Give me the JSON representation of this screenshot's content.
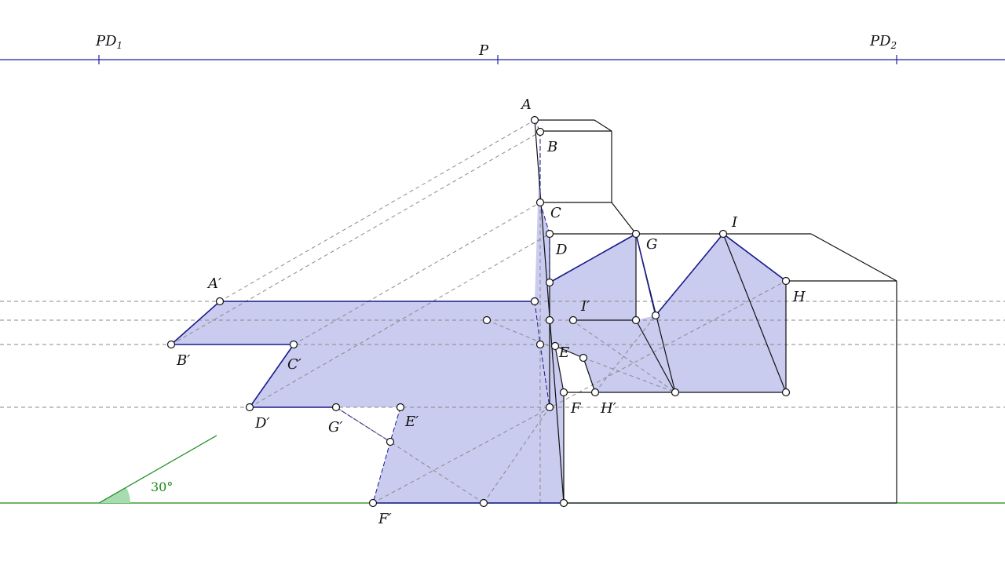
{
  "colors": {
    "horizon": "#1f1f9e",
    "ground": "#178a17",
    "fill": "#c9cbef",
    "outline": "#1a1a8c",
    "construction": "#8a8a8a",
    "edge": "#111111",
    "angle_fill": "#a8dcb0"
  },
  "labels": {
    "PD1": "PD",
    "PD1_sub": "1",
    "P": "P",
    "PD2": "PD",
    "PD2_sub": "2",
    "A": "A",
    "B": "B",
    "C": "C",
    "D": "D",
    "E": "E",
    "F": "F",
    "G": "G",
    "H": "H",
    "I": "I",
    "Ap": "A′",
    "Bp": "B′",
    "Cp": "C′",
    "Dp": "D′",
    "Ep": "E′",
    "Fp": "F′",
    "Gp": "G′",
    "Hp": "H′",
    "Ip": "I′",
    "angle": "30°"
  }
}
